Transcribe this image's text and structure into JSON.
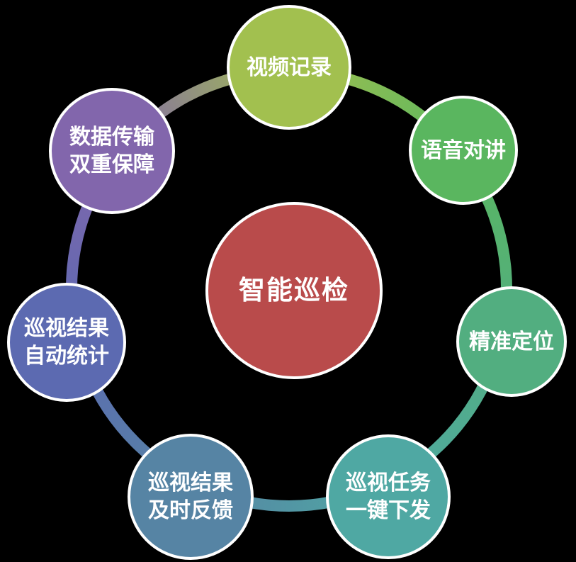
{
  "background_color": "#000000",
  "center": {
    "label": "智能巡检",
    "color": "#b94b4b"
  },
  "nodes": [
    {
      "label": "视频记录",
      "color": "#a2c04f",
      "position": "top"
    },
    {
      "label": "语音对讲",
      "color": "#5ab65f",
      "position": "top-right"
    },
    {
      "label": "精准定位",
      "color": "#52ae80",
      "position": "right"
    },
    {
      "label": "巡视任务\n一键下发",
      "color": "#4fa8a3",
      "position": "bottom-right"
    },
    {
      "label": "巡视结果\n及时反馈",
      "color": "#5684a4",
      "position": "bottom-left"
    },
    {
      "label": "巡视结果\n自动统计",
      "color": "#5c6ab1",
      "position": "left"
    },
    {
      "label": "数据传输\n双重保障",
      "color": "#8266ac",
      "position": "top-left"
    }
  ]
}
